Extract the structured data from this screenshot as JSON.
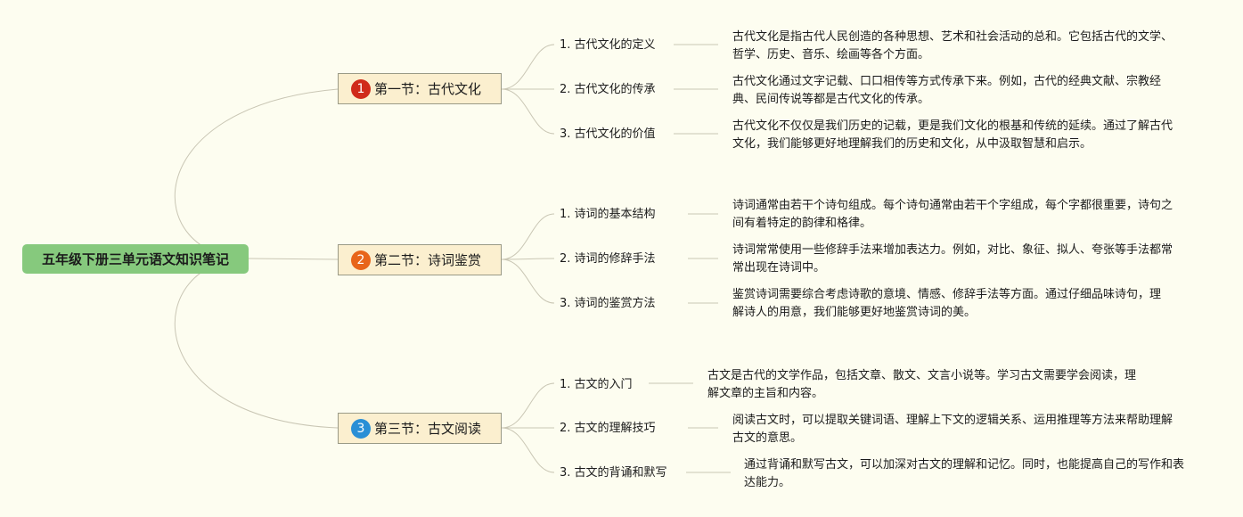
{
  "root": {
    "title": "五年级下册三单元语文知识笔记",
    "color": "#86c97d"
  },
  "sections": [
    {
      "number": "1",
      "title": "第一节：古代文化",
      "badge_color": "#d02a1a",
      "topics": [
        {
          "label": "1. 古代文化的定义",
          "desc": "古代文化是指古代人民创造的各种思想、艺术和社会活动的总和。它包括古代的文学、哲学、历史、音乐、绘画等各个方面。"
        },
        {
          "label": "2. 古代文化的传承",
          "desc": "古代文化通过文字记载、口口相传等方式传承下来。例如，古代的经典文献、宗教经典、民间传说等都是古代文化的传承。"
        },
        {
          "label": "3. 古代文化的价值",
          "desc": "古代文化不仅仅是我们历史的记载，更是我们文化的根基和传统的延续。通过了解古代文化，我们能够更好地理解我们的历史和文化，从中汲取智慧和启示。"
        }
      ]
    },
    {
      "number": "2",
      "title": "第二节：诗词鉴赏",
      "badge_color": "#e8651a",
      "topics": [
        {
          "label": "1. 诗词的基本结构",
          "desc": "诗词通常由若干个诗句组成。每个诗句通常由若干个字组成，每个字都很重要，诗句之间有着特定的韵律和格律。"
        },
        {
          "label": "2. 诗词的修辞手法",
          "desc": "诗词常常使用一些修辞手法来增加表达力。例如，对比、象征、拟人、夸张等手法都常常出现在诗词中。"
        },
        {
          "label": "3. 诗词的鉴赏方法",
          "desc": "鉴赏诗词需要综合考虑诗歌的意境、情感、修辞手法等方面。通过仔细品味诗句，理解诗人的用意，我们能够更好地鉴赏诗词的美。"
        }
      ]
    },
    {
      "number": "3",
      "title": "第三节：古文阅读",
      "badge_color": "#2a8fd6",
      "topics": [
        {
          "label": "1. 古文的入门",
          "desc": "古文是古代的文学作品，包括文章、散文、文言小说等。学习古文需要学会阅读，理解文章的主旨和内容。"
        },
        {
          "label": "2. 古文的理解技巧",
          "desc": "阅读古文时，可以提取关键词语、理解上下文的逻辑关系、运用推理等方法来帮助理解古文的意思。"
        },
        {
          "label": "3. 古文的背诵和默写",
          "desc": "通过背诵和默写古文，可以加深对古文的理解和记忆。同时，也能提高自己的写作和表达能力。"
        }
      ]
    }
  ],
  "line_color": "#c9c6b4"
}
